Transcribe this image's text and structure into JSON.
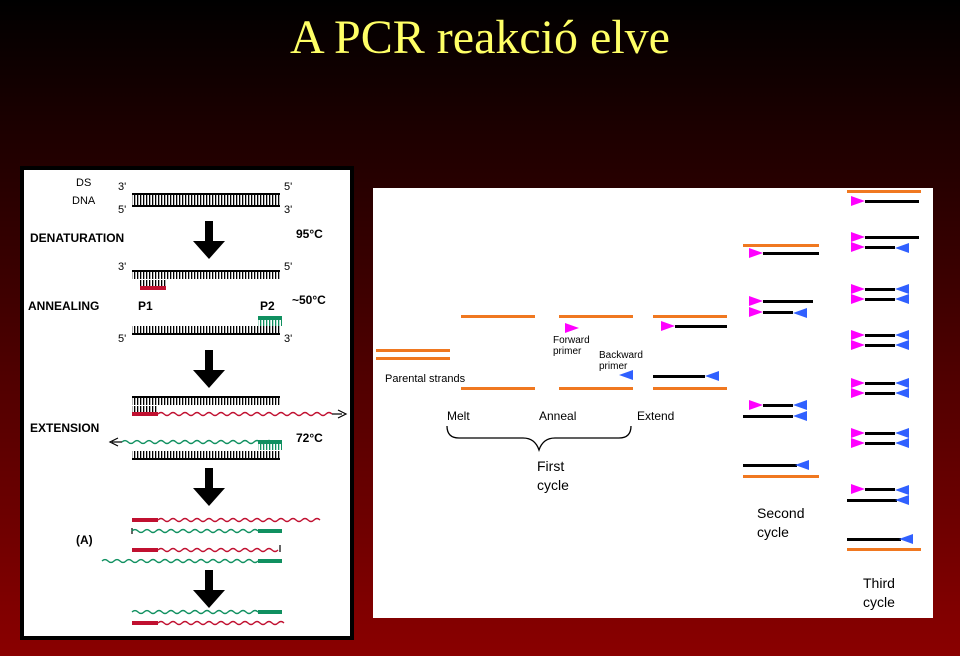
{
  "title": "A PCR reakció elve",
  "left_diagram": {
    "ds": "DS",
    "dna": "DNA",
    "three_prime": "3'",
    "five_prime": "5'",
    "denaturation": "DENATURATION",
    "temp_denat": "95°C",
    "annealing": "ANNEALING",
    "p1": "P1",
    "p2": "P2",
    "temp_anneal": "~50°C",
    "extension": "EXTENSION",
    "temp_ext": "72°C",
    "label_a": "(A)"
  },
  "right_diagram": {
    "parental_strands": "Parental strands",
    "forward_primer_1": "Forward",
    "forward_primer_2": "primer",
    "backward_primer_1": "Backward",
    "backward_primer_2": "primer",
    "melt": "Melt",
    "anneal": "Anneal",
    "extend": "Extend",
    "first_cycle_1": "First",
    "first_cycle_2": "cycle",
    "second_cycle_1": "Second",
    "second_cycle_2": "cycle",
    "third_cycle_1": "Third",
    "third_cycle_2": "cycle"
  },
  "colors": {
    "title": "#ffff66",
    "parental": "#f07820",
    "new_strand": "#000000",
    "forward": "#ff00ff",
    "backward": "#3060ff",
    "p1": "#c01030",
    "p2": "#109060"
  }
}
